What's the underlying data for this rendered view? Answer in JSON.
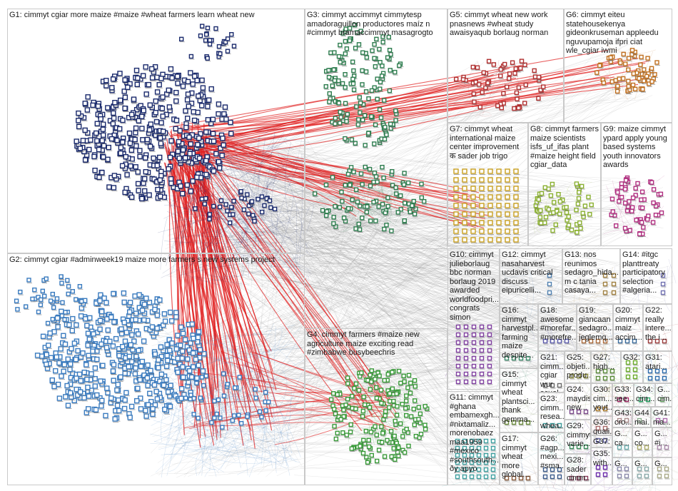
{
  "groups": [
    {
      "id": "G1",
      "label": "G1: cimmyt cgiar more maize #maize #wheat farmers learn wheat new",
      "color": "#1a2a6c"
    },
    {
      "id": "G2",
      "label": "G2: cimmyt cgiar #adminweek19 maize more farmers s new systems project",
      "color": "#3a7bbf"
    },
    {
      "id": "G3",
      "label": "G3: cimmyt accimmyt cimmytesp\namadoraguillon productores maíz n\n#cimmyt bramaccimmyt masagrogto",
      "color": "#2e7d4f"
    },
    {
      "id": "G4",
      "label": "G4: cimmyt farmers #maize new\nagriculture maize exciting read\n#zimbabwe busybeechris",
      "color": "#3a9a3a"
    },
    {
      "id": "G5",
      "label": "G5: cimmyt wheat new work\npnasnews #wheat study\nawaisyaqub borlaug norman",
      "color": "#b03030"
    },
    {
      "id": "G6",
      "label": "G6: cimmyt eiteu\nstatehousekenya\ngideonkruseman appleedu\nnguvupamoja ifpri ciat\nwle_cgiar iwmi",
      "color": "#c07020"
    },
    {
      "id": "G7",
      "label": "G7: cimmyt wheat\ninternational maize\ncenter improvement\nक sader job trigo",
      "color": "#c9a020"
    },
    {
      "id": "G8",
      "label": "G8: cimmyt farmers\nmaize scientists\nisfs_uf_ifas plant\n#maize height field\ncgiar_data",
      "color": "#8ab030"
    },
    {
      "id": "G9",
      "label": "G9: maize cimmyt\nypard apply young\nbased systems\nyouth innovators\nawards",
      "color": "#b03080"
    },
    {
      "id": "G10",
      "label": "G10: cimmyt\njulieborlaug\nbbc norman\nborlaug 2019\nawarded\nworldfoodpri...\ncongrats\nsimon",
      "color": "#8040a0"
    },
    {
      "id": "G11",
      "label": "G11: cimmyt\n#ghana\nembamexgh...\n#nixtamaliz...\nmorenobaez\nmaa1959\n#mexico\n#southsouth...\nðy apyo",
      "color": "#40a0a0"
    },
    {
      "id": "G12",
      "label": "G12: cimmyt\nnasaharvest\nucdavis critical\ndiscuss\neipuricelli...",
      "color": "#5080b0"
    },
    {
      "id": "G13",
      "label": "G13: nos\nreunimos\nsedagro_hida...\nm c tania\ncasaya...",
      "color": "#a08040"
    },
    {
      "id": "G14",
      "label": "G14: #itgc\nplanttreaty\nparticipatory\nselection\n#algeria...",
      "color": "#7070b0"
    },
    {
      "id": "G15",
      "label": "G15:\ncimmyt\nwheat\nplantsci...\nthank\ngemma...",
      "color": "#6a8a3a"
    },
    {
      "id": "G16",
      "label": "G16:\ncimmyt\nharvestpl...\nfarming\nmaize\ndespite...",
      "color": "#3a8a6a"
    },
    {
      "id": "G17",
      "label": "G17:\ncimmyt\nwheat\nmore\nglobal...",
      "color": "#8a5a3a"
    },
    {
      "id": "G18",
      "label": "G18:\nawesome\n#morefar...\n#morefre...",
      "color": "#5a5aaa"
    },
    {
      "id": "G19",
      "label": "G19:\ngiancaan\nsedagro...\njeglemq...",
      "color": "#aa6a3a"
    },
    {
      "id": "G20",
      "label": "G20:\ncimmyt\nmaiz\naccim...",
      "color": "#3a6a9a"
    },
    {
      "id": "G21",
      "label": "G21:\ncimm...\ncgiar\nwur\nscuol...",
      "color": "#6a6a6a"
    },
    {
      "id": "G22",
      "label": "G22:\nreally\ninterе...\nthe i...",
      "color": "#9a3a3a"
    },
    {
      "id": "G23",
      "label": "G23:\ncimm...\nresea...\nwhea...",
      "color": "#3a9a9a"
    },
    {
      "id": "G24",
      "label": "G24:\nmaydis\nnew...",
      "color": "#7a4a8a"
    },
    {
      "id": "G25",
      "label": "G25:\nobjeti...\nprodu...",
      "color": "#8a8a3a"
    },
    {
      "id": "G26",
      "label": "G26:\n#agp...\nmexi...\n#sma...",
      "color": "#3a5a8a"
    },
    {
      "id": "G27",
      "label": "G27:\nhigh...",
      "color": "#5a8a3a"
    },
    {
      "id": "G28",
      "label": "G28:\nsader\ncimm...",
      "color": "#8a3a5a"
    },
    {
      "id": "G29",
      "label": "G29:\ncimmyt\nvarie...",
      "color": "#3a8a5a"
    },
    {
      "id": "G30",
      "label": "G30:\ncim...\nyout...",
      "color": "#aa7a2a"
    },
    {
      "id": "G31",
      "label": "G31:\natari...",
      "color": "#2a6aaa"
    },
    {
      "id": "G32",
      "label": "G32:",
      "color": "#6aaa2a"
    },
    {
      "id": "G33",
      "label": "G33:\nsee...",
      "color": "#aa2a6a"
    },
    {
      "id": "G34",
      "label": "G34:\ncim...",
      "color": "#2aaa6a"
    },
    {
      "id": "G35",
      "label": "G35:\nwith...",
      "color": "#6a2aaa"
    },
    {
      "id": "G36",
      "label": "G36:\nquali...",
      "color": "#aa6a6a"
    },
    {
      "id": "G37",
      "label": "G37:\nkest...",
      "color": "#6a6aaa"
    },
    {
      "id": "G38",
      "label": "G...\ncim...",
      "color": "#6aaa6a"
    },
    {
      "id": "G39",
      "label": "G...\nco...",
      "color": "#aaaa6a"
    },
    {
      "id": "G40",
      "label": "G...\nca...",
      "color": "#6aaaaa"
    },
    {
      "id": "G41",
      "label": "G41:\nma...",
      "color": "#aa6aaa"
    },
    {
      "id": "G42",
      "label": "G...",
      "color": "#8a8aaa"
    },
    {
      "id": "G43",
      "label": "G43:\ncro...",
      "color": "#aa8a8a"
    },
    {
      "id": "G44",
      "label": "G44:\nmai...",
      "color": "#8aaa8a"
    },
    {
      "id": "G45",
      "label": "G...\n#i...",
      "color": "#aa8aaa"
    },
    {
      "id": "G46",
      "label": "G...",
      "color": "#8aaaaa"
    },
    {
      "id": "G47",
      "label": "G...",
      "color": "#aaaa8a"
    }
  ]
}
